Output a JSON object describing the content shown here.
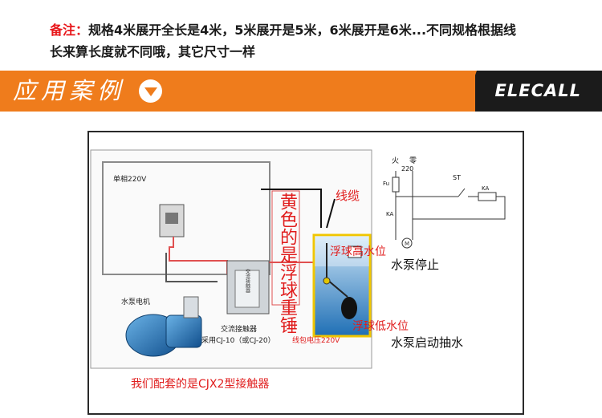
{
  "note": {
    "label": "备注：",
    "line1": "规格4米展开全长是4米，5米展开是5米，6米展开是6米...不同规格根据线",
    "line2": "长来算长度就不同哦，其它尺寸一样"
  },
  "banner": {
    "title": "应用案例",
    "brand": "ELECALL"
  },
  "diagram": {
    "single_phase": "单相220V",
    "pump_motor": "水泵电机",
    "contactor_box": "交流接触器",
    "contactor_label": "交流接触器",
    "contactor_model": "采用CJ-10（或CJ-20）",
    "coil_voltage": "线包电压220V",
    "vertical_note": "黄色的是浮球重锤",
    "cable": "线缆",
    "high_level": "浮球高水位",
    "pump_stop": "水泵停止",
    "low_level": "浮球低水位",
    "pump_start": "水泵启动抽水",
    "caption": "我们配套的是CJX2型接触器",
    "live": "火",
    "neutral": "零",
    "voltage": "220",
    "fuse": "Fu",
    "switch": "ST",
    "coil": "KA",
    "contact": "KA",
    "motor": "M"
  }
}
